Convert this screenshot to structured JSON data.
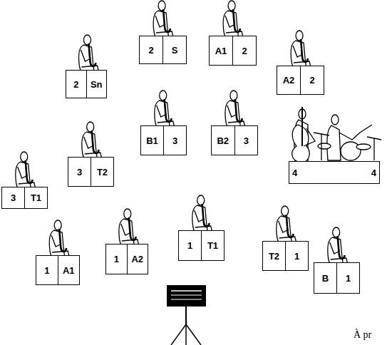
{
  "diagram": {
    "nodes": [
      {
        "text": [
          "2",
          "Sn"
        ]
      },
      {
        "text": [
          "2",
          "S"
        ]
      },
      {
        "text": [
          "A1",
          "2"
        ]
      },
      {
        "text": [
          "A2",
          "2"
        ]
      },
      {
        "text": [
          "3",
          "T1"
        ]
      },
      {
        "text": [
          "3",
          "T2"
        ]
      },
      {
        "text": [
          "B1",
          "3"
        ]
      },
      {
        "text": [
          "B2",
          "3"
        ]
      },
      {
        "text": [
          "4",
          "4"
        ]
      },
      {
        "text": [
          "1",
          "A1"
        ]
      },
      {
        "text": [
          "1",
          "A2"
        ]
      },
      {
        "text": [
          "1",
          "T1"
        ]
      },
      {
        "text": [
          "T2",
          "1"
        ]
      },
      {
        "text": [
          "B",
          "1"
        ]
      }
    ],
    "labels": [
      "À pr"
    ]
  }
}
